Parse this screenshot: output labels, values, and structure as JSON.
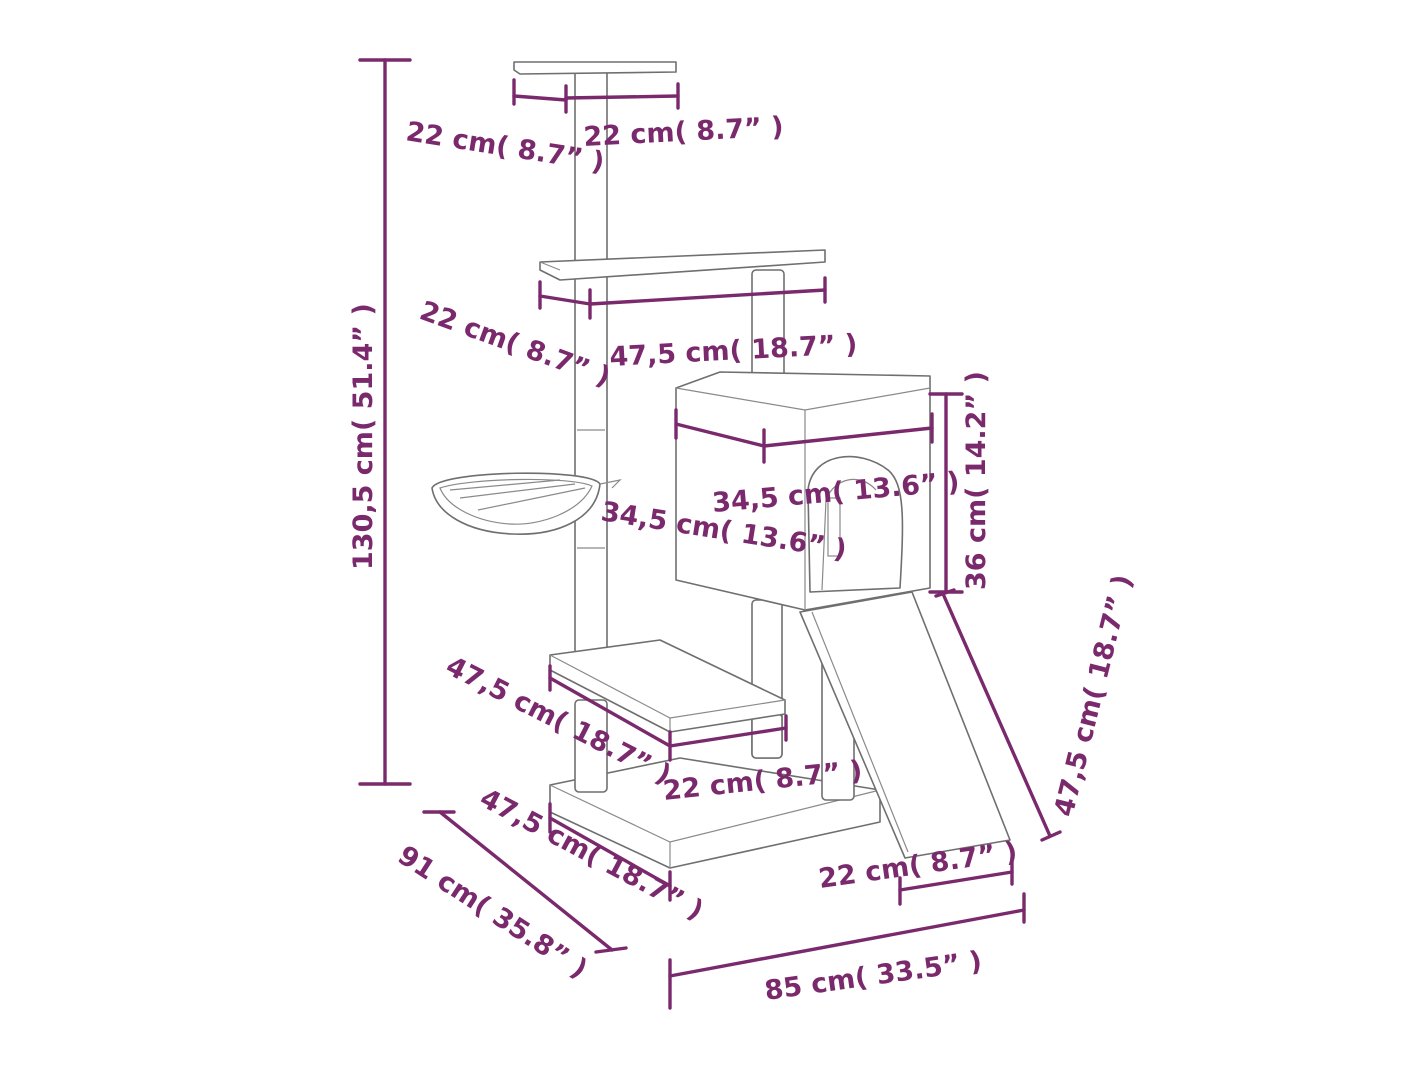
{
  "colors": {
    "dimension": "#7a2a6c",
    "outline": "#6f6f6f",
    "background": "#ffffff"
  },
  "labels": {
    "top_left": "22 cm( 8.7” )",
    "top_right": "22 cm( 8.7” )",
    "mid_left": "22 cm( 8.7” )",
    "mid_width": "47,5 cm( 18.7” )",
    "height_total": "130,5 cm( 51.4” )",
    "house_width": "34,5 cm( 13.6” )",
    "house_depth": "34,5 cm( 13.6” )",
    "house_height": "36 cm( 14.2” )",
    "ramp_length": "47,5 cm( 18.7” )",
    "low_width": "47,5 cm( 18.7” )",
    "low_depth": "22 cm( 8.7” )",
    "base_depth": "47,5 cm( 18.7” )",
    "overall_depth": "91 cm( 35.8” )",
    "ramp_width": "22 cm( 8.7” )",
    "overall_width": "85 cm( 33.5” )"
  }
}
